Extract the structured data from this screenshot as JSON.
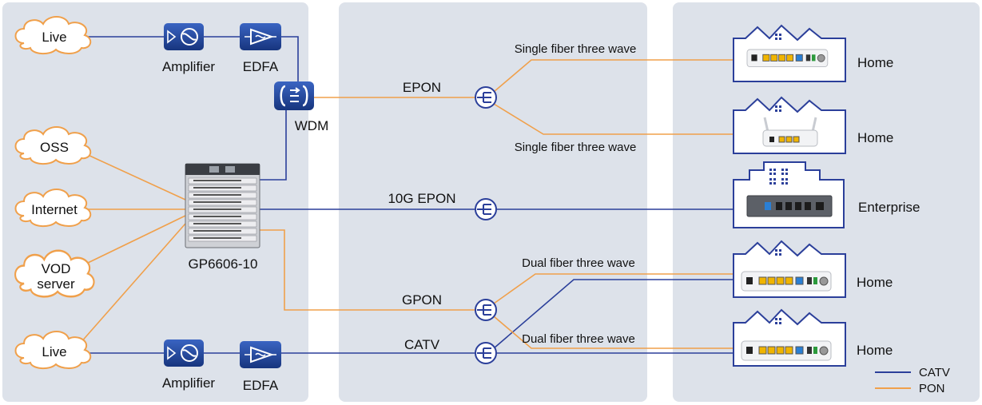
{
  "sources": {
    "live_top": "Live",
    "oss": "OSS",
    "internet": "Internet",
    "vod_line1": "VOD",
    "vod_line2": "server",
    "live_bottom": "Live"
  },
  "devices": {
    "amplifier_top": "Amplifier",
    "edfa_top": "EDFA",
    "wdm": "WDM",
    "olt": "GP6606-10",
    "amplifier_bottom": "Amplifier",
    "edfa_bottom": "EDFA"
  },
  "links": {
    "epon": "EPON",
    "epon_upper": "Single fiber three wave",
    "epon_lower": "Single fiber three wave",
    "ten_g_epon": "10G EPON",
    "gpon": "GPON",
    "catv": "CATV",
    "dual_upper": "Dual fiber three wave",
    "dual_lower": "Dual fiber three wave"
  },
  "endpoints": {
    "home1": "Home",
    "home2": "Home",
    "enterprise": "Enterprise",
    "home3": "Home",
    "home4": "Home"
  },
  "legend": {
    "catv": "CATV",
    "pon": "PON"
  },
  "colors": {
    "catv": "#2b3f9a",
    "pon": "#f0a04b",
    "panel": "#dde2ea",
    "device_blue": "#1f3f8f"
  }
}
